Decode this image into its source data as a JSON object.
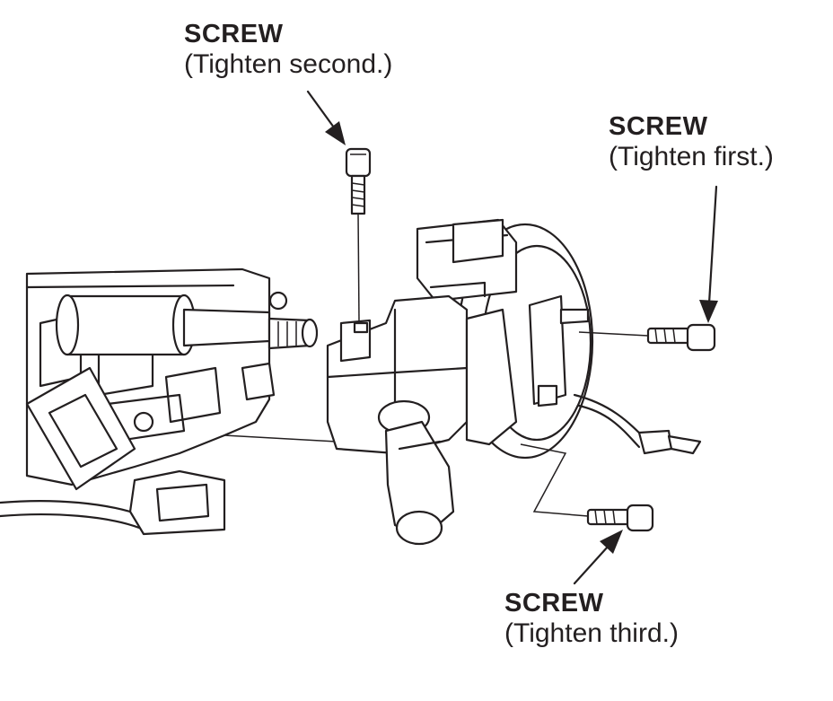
{
  "callouts": {
    "second": {
      "title": "SCREW",
      "note": "(Tighten second.)"
    },
    "first": {
      "title": "SCREW",
      "note": "(Tighten first.)"
    },
    "third": {
      "title": "SCREW",
      "note": "(Tighten third.)"
    }
  },
  "colors": {
    "ink": "#231f20",
    "paper": "#ffffff"
  }
}
